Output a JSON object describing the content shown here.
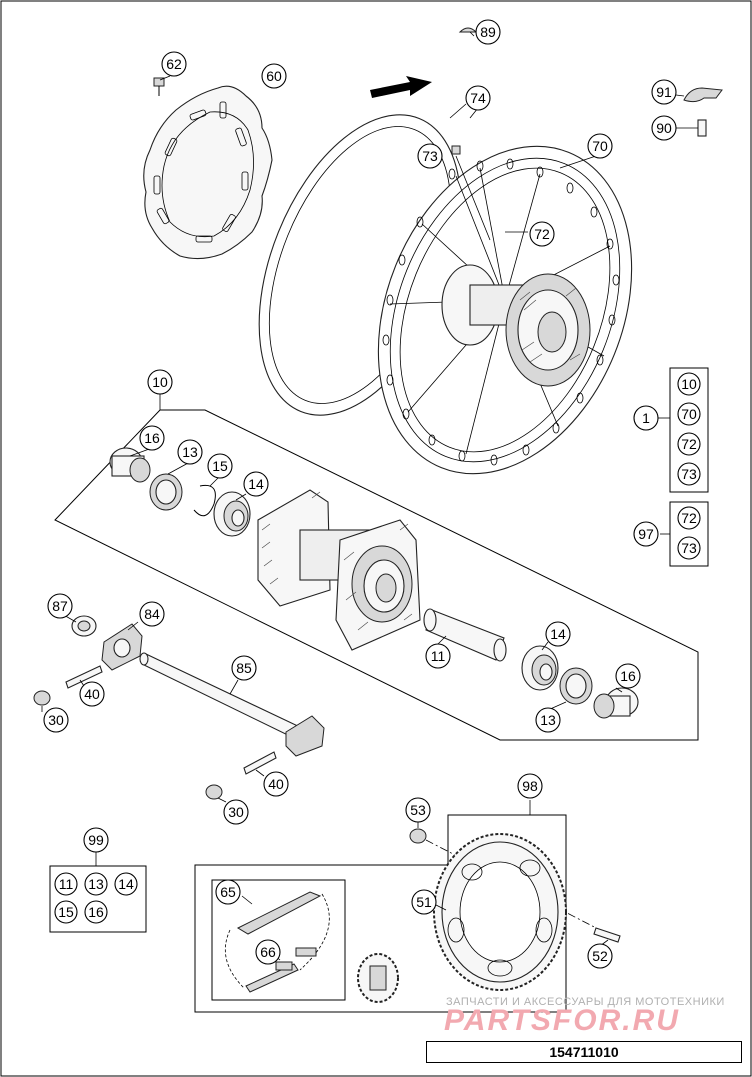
{
  "callouts": [
    {
      "id": "c89",
      "label": "89"
    },
    {
      "id": "c62",
      "label": "62"
    },
    {
      "id": "c60",
      "label": "60"
    },
    {
      "id": "c74",
      "label": "74"
    },
    {
      "id": "c91",
      "label": "91"
    },
    {
      "id": "c90",
      "label": "90"
    },
    {
      "id": "c73a",
      "label": "73"
    },
    {
      "id": "c70",
      "label": "70"
    },
    {
      "id": "c72",
      "label": "72"
    },
    {
      "id": "c10",
      "label": "10"
    },
    {
      "id": "c16a",
      "label": "16"
    },
    {
      "id": "c13a",
      "label": "13"
    },
    {
      "id": "c15",
      "label": "15"
    },
    {
      "id": "c14a",
      "label": "14"
    },
    {
      "id": "c1",
      "label": "1"
    },
    {
      "id": "c97",
      "label": "97"
    },
    {
      "id": "c87",
      "label": "87"
    },
    {
      "id": "c84",
      "label": "84"
    },
    {
      "id": "c85",
      "label": "85"
    },
    {
      "id": "c11",
      "label": "11"
    },
    {
      "id": "c14b",
      "label": "14"
    },
    {
      "id": "c16b",
      "label": "16"
    },
    {
      "id": "c13b",
      "label": "13"
    },
    {
      "id": "c40a",
      "label": "40"
    },
    {
      "id": "c30a",
      "label": "30"
    },
    {
      "id": "c40b",
      "label": "40"
    },
    {
      "id": "c30b",
      "label": "30"
    },
    {
      "id": "c98",
      "label": "98"
    },
    {
      "id": "c53",
      "label": "53"
    },
    {
      "id": "c99",
      "label": "99"
    },
    {
      "id": "c65",
      "label": "65"
    },
    {
      "id": "c51",
      "label": "51"
    },
    {
      "id": "c66",
      "label": "66"
    },
    {
      "id": "c52",
      "label": "52"
    }
  ],
  "set_1": {
    "label": "1",
    "items": [
      "10",
      "70",
      "72",
      "73"
    ]
  },
  "set_97": {
    "label": "97",
    "items": [
      "72",
      "73"
    ]
  },
  "set_99": {
    "label": "99",
    "items": [
      "11",
      "13",
      "14",
      "15",
      "16"
    ]
  },
  "footer": {
    "code": "154711010"
  },
  "watermark": {
    "small": "ЗАПЧАСТИ И АКСЕССУАРЫ ДЛЯ МОТОТЕХНИКИ",
    "big": "PARTSFOR.RU"
  }
}
